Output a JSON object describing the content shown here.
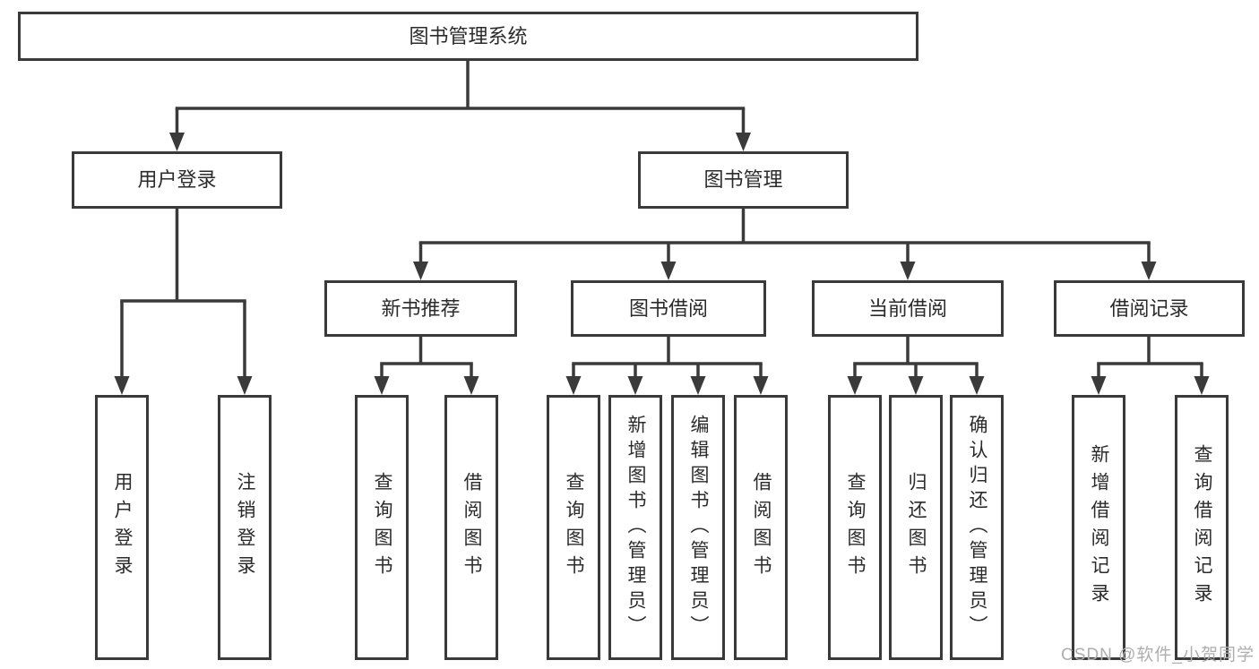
{
  "tree": {
    "label": "图书管理系统",
    "children": [
      {
        "label": "用户登录",
        "children": [
          {
            "label": "用户登录"
          },
          {
            "label": "注销登录"
          }
        ]
      },
      {
        "label": "图书管理",
        "children": [
          {
            "label": "新书推荐",
            "children": [
              {
                "label": "查询图书"
              },
              {
                "label": "借阅图书"
              }
            ]
          },
          {
            "label": "图书借阅",
            "children": [
              {
                "label": "查询图书"
              },
              {
                "label": "新增图书（管理员）"
              },
              {
                "label": "编辑图书（管理员）"
              },
              {
                "label": "借阅图书"
              }
            ]
          },
          {
            "label": "当前借阅",
            "children": [
              {
                "label": "查询图书"
              },
              {
                "label": "归还图书"
              },
              {
                "label": "确认归还（管理员）"
              }
            ]
          },
          {
            "label": "借阅记录",
            "children": [
              {
                "label": "新增借阅记录"
              },
              {
                "label": "查询借阅记录"
              }
            ]
          }
        ]
      }
    ]
  },
  "watermark": "CSDN @软件_小贺同学",
  "colors": {
    "line": "#3a3a3a",
    "box_border": "#3a3a3a",
    "text": "#2b2b2b",
    "watermark": "#aeaeae",
    "background": "#ffffff"
  }
}
